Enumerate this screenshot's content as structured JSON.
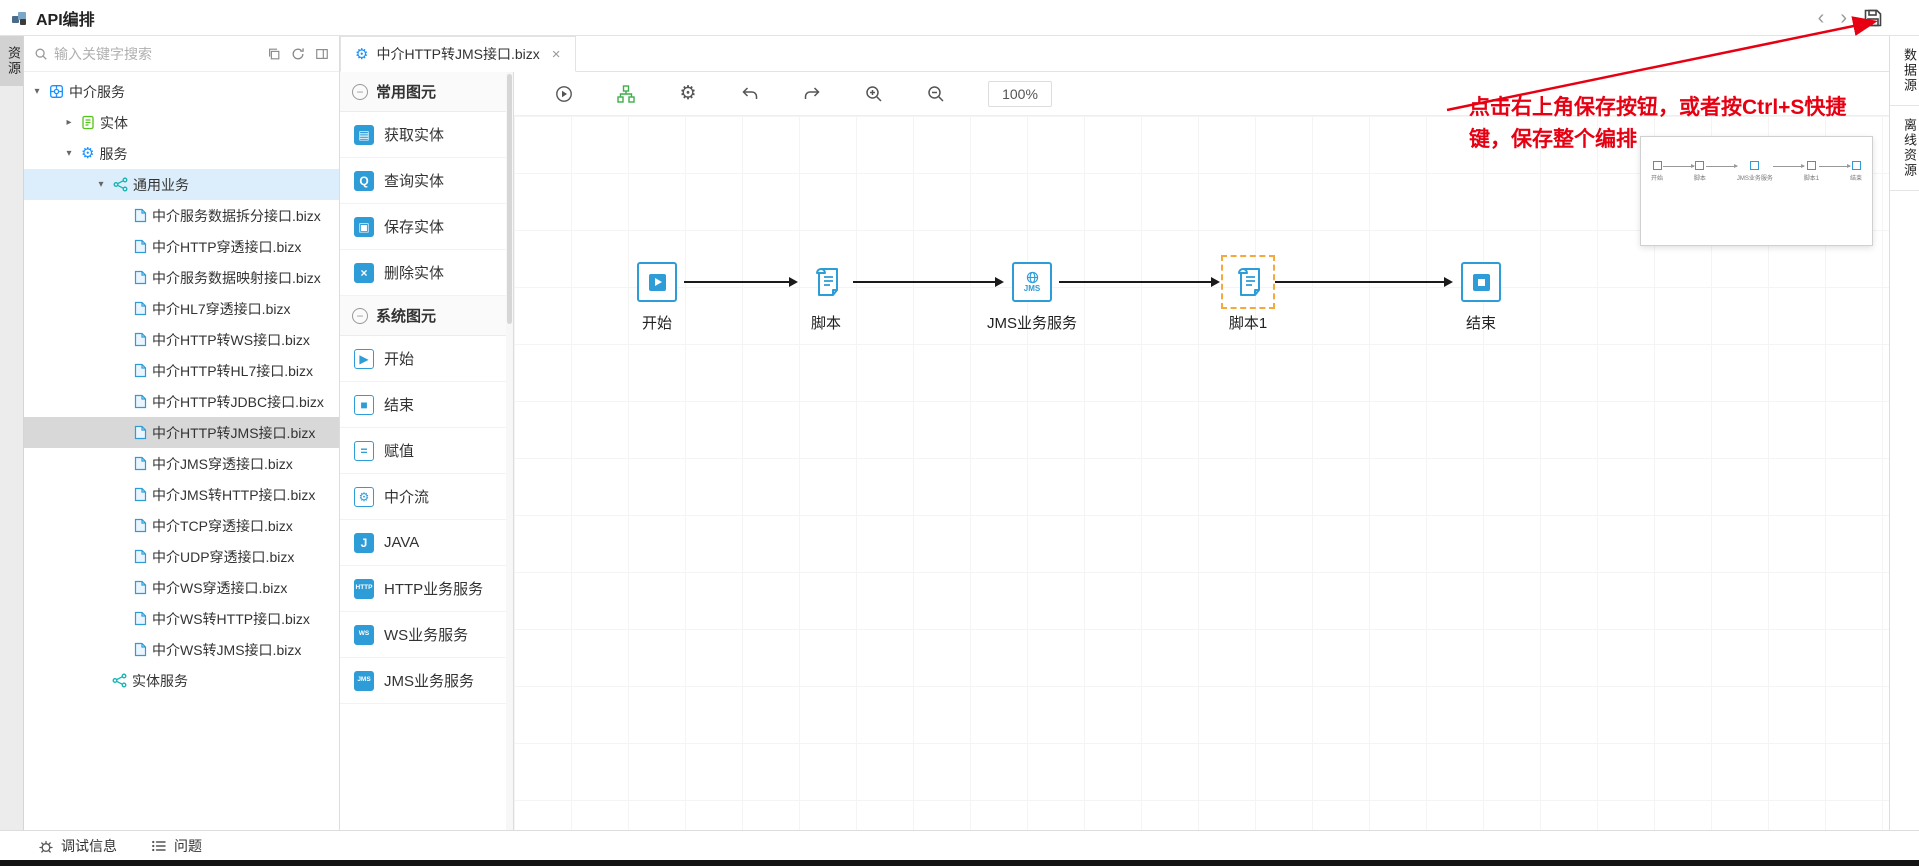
{
  "colors": {
    "accent": "#1890ff",
    "node_stroke": "#2E9CD6",
    "annotation_red": "#e60012",
    "selection_orange": "#f5a93c",
    "tree_highlight": "#dceefb",
    "tree_selected": "#d8d8d8"
  },
  "icons": {
    "gear": "⚙",
    "collapse_minus": "−",
    "toggle_open": "▾",
    "toggle_closed": "▸"
  },
  "topbar": {
    "title": "API编排",
    "back": "‹",
    "forward": "›"
  },
  "left_rail": {
    "tab": "资源"
  },
  "right_rail": {
    "tabs": [
      "数据源",
      "离线资源"
    ]
  },
  "sidebar": {
    "search_placeholder": "输入关键字搜索",
    "tree": {
      "root": "中介服务",
      "entity": "实体",
      "service": "服务",
      "general_business": "通用业务",
      "entity_service": "实体服务",
      "files": [
        {
          "name": "中介服务数据拆分接口.bizx"
        },
        {
          "name": "中介HTTP穿透接口.bizx"
        },
        {
          "name": "中介服务数据映射接口.bizx"
        },
        {
          "name": "中介HL7穿透接口.bizx"
        },
        {
          "name": "中介HTTP转WS接口.bizx"
        },
        {
          "name": "中介HTTP转HL7接口.bizx"
        },
        {
          "name": "中介HTTP转JDBC接口.bizx"
        },
        {
          "name": "中介HTTP转JMS接口.bizx",
          "selected": true
        },
        {
          "name": "中介JMS穿透接口.bizx"
        },
        {
          "name": "中介JMS转HTTP接口.bizx"
        },
        {
          "name": "中介TCP穿透接口.bizx"
        },
        {
          "name": "中介UDP穿透接口.bizx"
        },
        {
          "name": "中介WS穿透接口.bizx"
        },
        {
          "name": "中介WS转HTTP接口.bizx"
        },
        {
          "name": "中介WS转JMS接口.bizx"
        }
      ]
    }
  },
  "tab": {
    "title": "中介HTTP转JMS接口.bizx",
    "close": "×"
  },
  "palette": {
    "common_title": "常用图元",
    "system_title": "系统图元",
    "common_items": [
      {
        "label": "获取实体",
        "glyph": "▤",
        "filled": true
      },
      {
        "label": "查询实体",
        "glyph": "Q",
        "filled": true
      },
      {
        "label": "保存实体",
        "glyph": "▣",
        "filled": true
      },
      {
        "label": "删除实体",
        "glyph": "×",
        "filled": true
      }
    ],
    "system_items": [
      {
        "label": "开始",
        "glyph": "▶"
      },
      {
        "label": "结束",
        "glyph": "■"
      },
      {
        "label": "赋值",
        "glyph": "="
      },
      {
        "label": "中介流",
        "glyph": "⚙"
      },
      {
        "label": "JAVA",
        "glyph": "J",
        "filled": true
      },
      {
        "label": "HTTP业务服务",
        "glyph": "HTTP",
        "filled": true,
        "small": true
      },
      {
        "label": "WS业务服务",
        "glyph": "WS",
        "filled": true,
        "small": true
      },
      {
        "label": "JMS业务服务",
        "glyph": "JMS",
        "filled": true,
        "small": true
      }
    ]
  },
  "toolbar": {
    "zoom_level": "100%"
  },
  "flow": {
    "nodes": [
      {
        "label": "开始",
        "type": "start"
      },
      {
        "label": "脚本",
        "type": "script"
      },
      {
        "label": "JMS业务服务",
        "type": "jms-service"
      },
      {
        "label": "脚本1",
        "type": "script",
        "selected": true
      },
      {
        "label": "结束",
        "type": "end"
      }
    ]
  },
  "annotation": {
    "text": "点击右上角保存按钮，或者按Ctrl+S快捷键，保存整个编排"
  },
  "bottom_bar": {
    "debug": "调试信息",
    "problems": "问题"
  }
}
